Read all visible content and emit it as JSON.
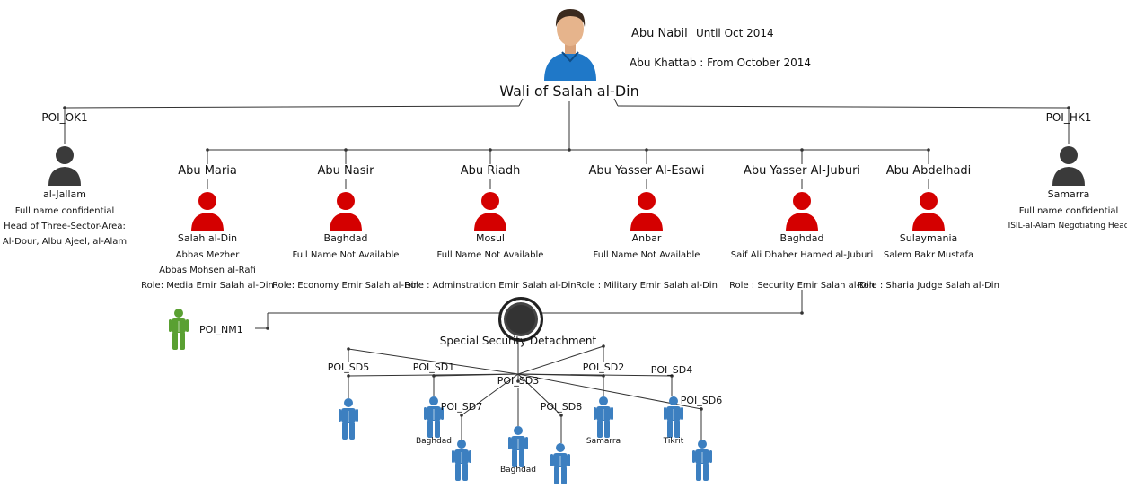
{
  "head": {
    "name1": "Abu Nabil",
    "period1": "Until Oct 2014",
    "name2": "Abu Khattab : From October 2014",
    "title": "Wali of Salah  al-Din"
  },
  "sides": [
    {
      "id": "POI_OK1",
      "name": "al-Jallam",
      "lines": [
        "Full name confidential",
        "Head of Three-Sector-Area:",
        "Al-Dour, Albu Ajeel, al-Alam"
      ]
    },
    {
      "id": "POI_HK1",
      "name": "Samarra",
      "lines": [
        "Full name confidential",
        "ISIL-al-Alam Negotiating Head"
      ]
    }
  ],
  "emirs": [
    {
      "name": "Abu Maria",
      "city": "Salah al-Din",
      "lines": [
        "Abbas Mezher",
        "Abbas Mohsen al-Rafi",
        "Role: Media Emir Salah al-Din"
      ]
    },
    {
      "name": "Abu Nasir",
      "city": "Baghdad",
      "lines": [
        "Full Name Not Available",
        "",
        "Role: Economy Emir Salah al-Din"
      ]
    },
    {
      "name": "Abu Riadh",
      "city": "Mosul",
      "lines": [
        "Full Name Not Available",
        "",
        "Role : Adminstration Emir Salah al-Din"
      ]
    },
    {
      "name": "Abu Yasser Al-Esawi",
      "city": "Anbar",
      "lines": [
        "Full Name Not Available",
        "",
        "Role : Military Emir Salah al-Din"
      ]
    },
    {
      "name": "Abu Yasser Al-Juburi",
      "city": "Baghdad",
      "lines": [
        "Saif Ali Dhaher Hamed al-Juburi",
        "",
        "Role : Security Emir Salah al-Din"
      ]
    },
    {
      "name": "Abu Abdelhadi",
      "city": "Sulaymania",
      "lines": [
        "Salem Bakr Mustafa",
        "",
        "Role : Sharia Judge  Salah al-Din"
      ]
    }
  ],
  "nm": {
    "id": "POI_NM1"
  },
  "detachment": {
    "title": "Special Security Detachment",
    "members": [
      {
        "id": "POI_SD5",
        "city": ""
      },
      {
        "id": "POI_SD1",
        "city": "Baghdad"
      },
      {
        "id": "POI_SD7",
        "city": ""
      },
      {
        "id": "POI_SD3",
        "city": "Baghdad"
      },
      {
        "id": "POI_SD8",
        "city": ""
      },
      {
        "id": "POI_SD2",
        "city": "Samarra"
      },
      {
        "id": "POI_SD4",
        "city": "Tikrit"
      },
      {
        "id": "POI_SD6",
        "city": ""
      }
    ]
  },
  "colors": {
    "emir": "#d40000",
    "side": "#3a3a3a",
    "detachment_member": "#3c7fc0",
    "nm": "#5aa032",
    "line": "#333333"
  }
}
